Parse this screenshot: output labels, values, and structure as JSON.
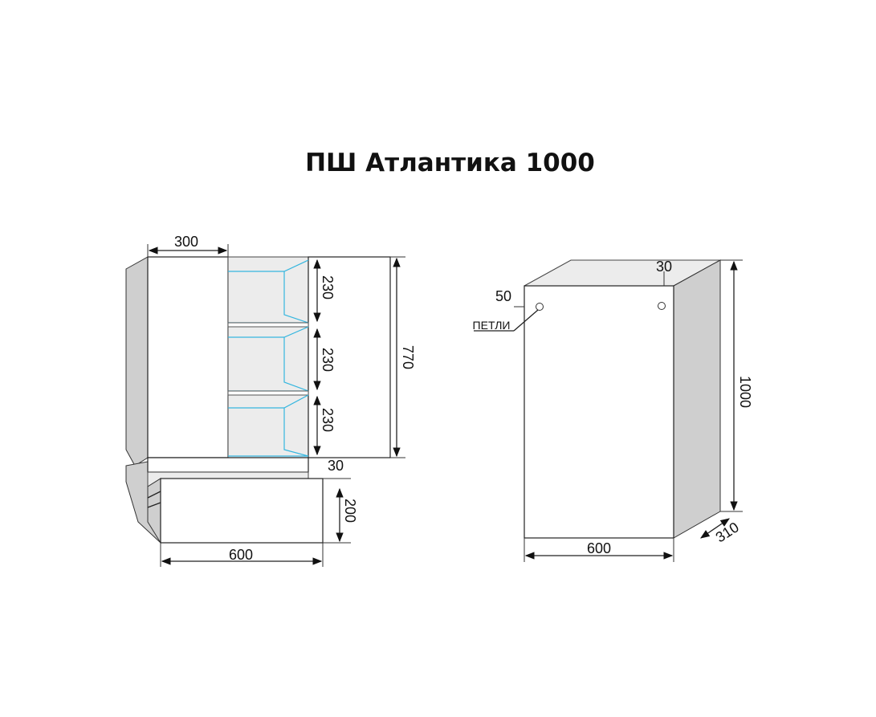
{
  "title": "ПШ Атлантика 1000",
  "left_view": {
    "door_width": "300",
    "shelf_height_1": "230",
    "shelf_height_2": "230",
    "shelf_height_3": "230",
    "cabinet_height": "770",
    "gap": "30",
    "drawer_height": "200",
    "total_width": "600"
  },
  "right_view": {
    "top_offset": "30",
    "hook_offset": "50",
    "hooks_label": "ПЕТЛИ",
    "height": "1000",
    "width": "600",
    "depth": "310"
  }
}
